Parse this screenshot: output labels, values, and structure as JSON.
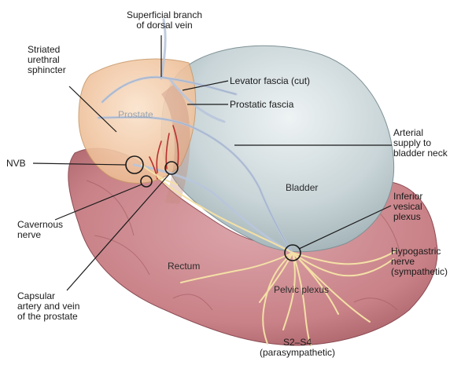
{
  "labels": {
    "superficial_branch_1": "Superficial branch",
    "superficial_branch_2": "of dorsal vein",
    "striated_1": "Striated",
    "striated_2": "urethral",
    "striated_3": "sphincter",
    "levator_fascia": "Levator fascia (cut)",
    "prostatic_fascia": "Prostatic fascia",
    "prostate": "Prostate",
    "arterial_1": "Arterial",
    "arterial_2": "supply to",
    "arterial_3": "bladder neck",
    "nvb": "NVB",
    "bladder": "Bladder",
    "inferior_1": "Inferior",
    "inferior_2": "vesical",
    "inferior_3": "plexus",
    "cavernous_1": "Cavernous",
    "cavernous_2": "nerve",
    "hypogastric_1": "Hypogastric",
    "hypogastric_2": "nerve",
    "hypogastric_3": "(sympathetic)",
    "rectum": "Rectum",
    "pelvic_plexus": "Pelvic plexus",
    "capsular_1": "Capsular",
    "capsular_2": "artery and vein",
    "capsular_3": "of the prostate",
    "s2s4": "S2–S4",
    "parasympathetic": "(parasympathetic)"
  }
}
